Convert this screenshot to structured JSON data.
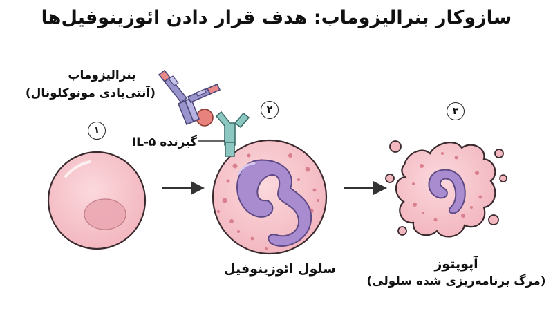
{
  "title": "سازوکار بنرالیزوماب: هدف قرار دادن ائوزینوفیل‌ها",
  "labels": {
    "benralizumab_line1": "بنرالیزوماب",
    "benralizumab_line2": "(آنتی‌بادی مونوکلونال)",
    "receptor": "گیرنده IL-۵",
    "eosinophil": "سلول ائوزینوفیل",
    "apoptosis_line1": "آپوپتوز",
    "apoptosis_line2": "(مرگ برنامه‌ریزی شده سلولی)"
  },
  "steps": [
    "۱",
    "۲",
    "۳"
  ],
  "colors": {
    "cell_fill": "#f7c6cc",
    "cell_outline": "#3a2a2e",
    "nucleus": "#a98ccf",
    "granule": "#d97f8d",
    "antibody_heavy": "#9a94cc",
    "antibody_light_tip": "#e88a8a",
    "receptor": "#8dc7c2",
    "il5": "#e8827d",
    "arrow": "#333333"
  }
}
